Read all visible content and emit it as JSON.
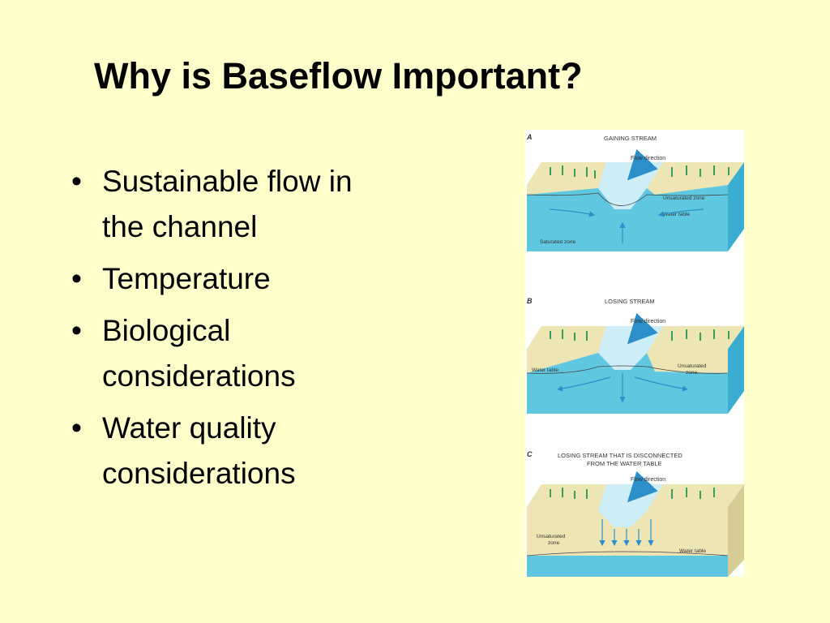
{
  "slide": {
    "title": "Why is Baseflow Important?",
    "bullet_char": "•",
    "bullets": [
      {
        "line1": "Sustainable flow in",
        "line2": "the channel"
      },
      {
        "line1": "Temperature",
        "line2": ""
      },
      {
        "line1": "Biological",
        "line2": "considerations"
      },
      {
        "line1": "Water quality",
        "line2": "considerations"
      }
    ]
  },
  "figure": {
    "panel_a": {
      "letter": "A",
      "heading": "GAINING STREAM",
      "flow_direction": "Flow direction",
      "unsaturated_zone": "Unsaturated zone",
      "water_table": "Water table",
      "saturated_zone": "Saturated zone"
    },
    "panel_b": {
      "letter": "B",
      "heading": "LOSING STREAM",
      "flow_direction": "Flow direction",
      "water_table": "Water table",
      "unsaturated_zone_1": "Unsaturated",
      "unsaturated_zone_2": "zone"
    },
    "panel_c": {
      "letter": "C",
      "heading_line1": "LOSING STREAM THAT IS DISCONNECTED",
      "heading_line2": "FROM THE WATER TABLE",
      "flow_direction": "Flow direction",
      "unsaturated_zone_1": "Unsaturated",
      "unsaturated_zone_2": "zone",
      "water_table": "Water table"
    },
    "colors": {
      "water": "#5fc8e0",
      "soil": "#ede5b4",
      "stream": "#cdeef6",
      "arrow": "#2c8fc9"
    }
  }
}
